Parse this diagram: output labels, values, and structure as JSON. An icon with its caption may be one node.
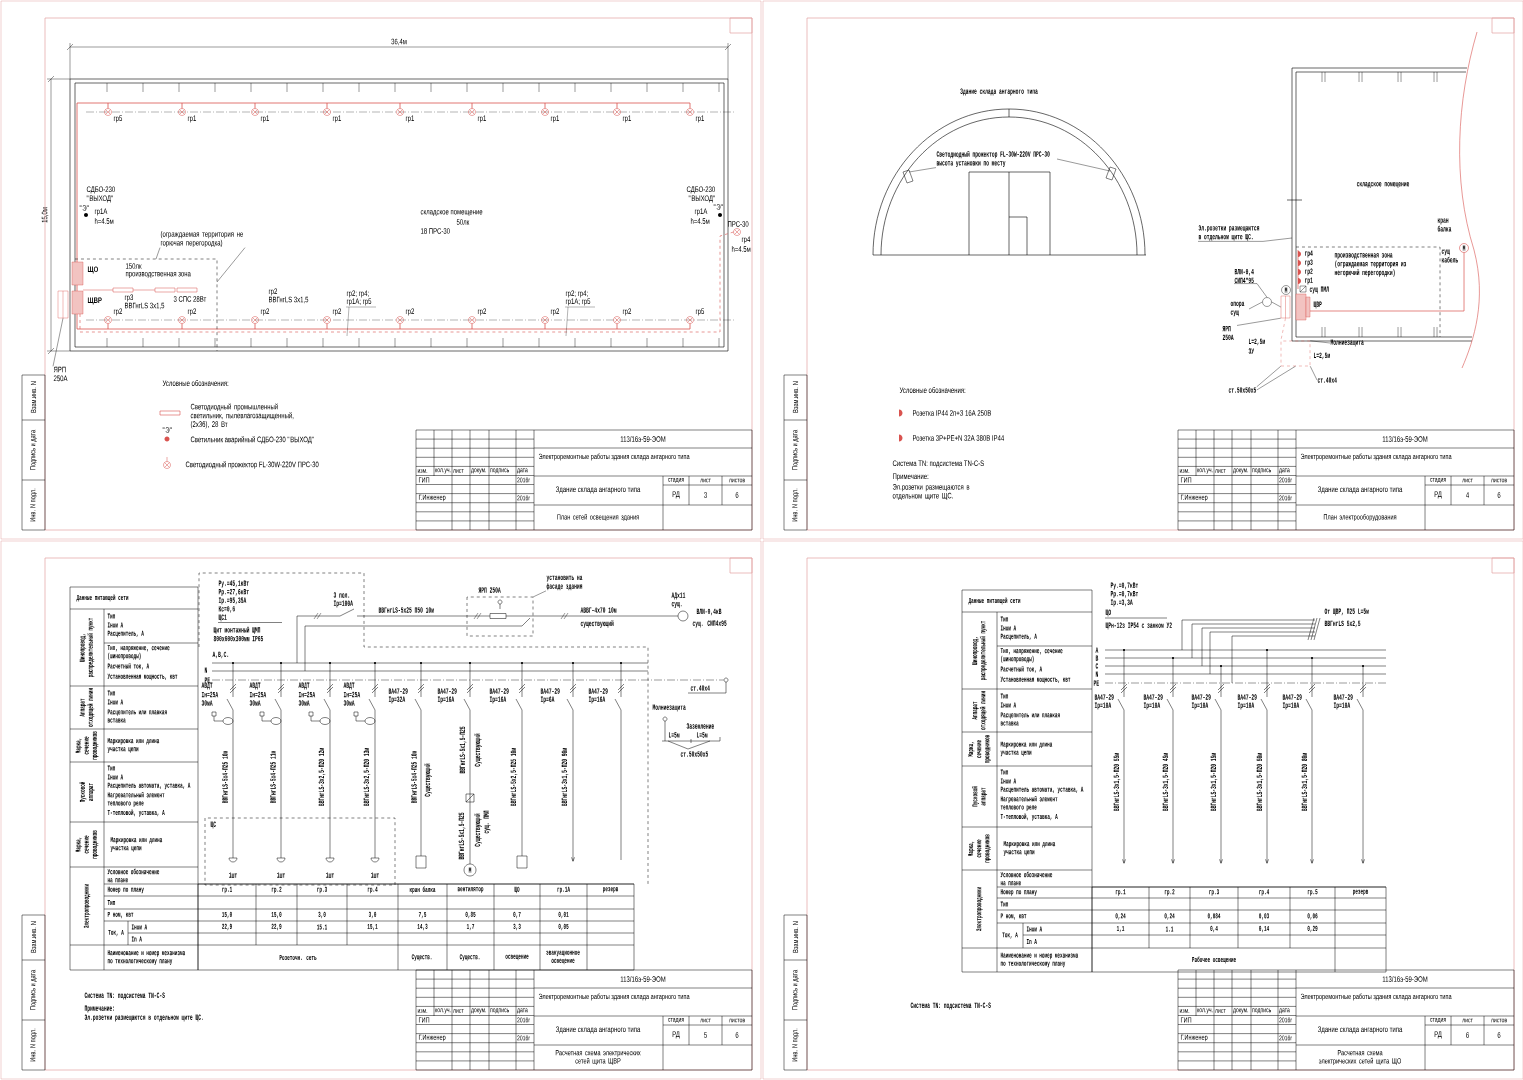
{
  "diagram": {
    "nodes": [
      {
        "text": [
          "(ограждаемая территория не горючая перегородка)"
        ]
      },
      {
        "text": [
          "ЯРП 250А"
        ]
      },
      {
        "text": [
          "Светодиодный прожектор FL-30W-220V ПРС-30 высота установки по месту"
        ]
      },
      {
        "text": [
          "Эл.розетки размещаются в отдельном щите ЩС."
        ]
      },
      {
        "text": [
          "ВЛИ-0,4 СИП4*95"
        ]
      },
      {
        "text": [
          "опора сущ"
        ]
      },
      {
        "text": [
          "ЯРП 250А"
        ]
      },
      {
        "text": [
          "Молниезащита"
        ]
      },
      {
        "text": [
          "ст.40х4"
        ]
      },
      {
        "text": [
          "ст.50х50х5"
        ]
      },
      {
        "text": [
          "установить на фасаде здания"
        ]
      },
      {
        "text": [],
        "shape": "box"
      },
      {
        "text": [],
        "shape": "circle"
      },
      {
        "text": [],
        "shape": "box"
      },
      {
        "text": [],
        "shape": "box"
      }
    ],
    "edges": [
      {
        "from": 0,
        "to": null,
        "arrow": "none"
      },
      {
        "from": 0,
        "to": null,
        "arrow": "none"
      },
      {
        "from": 1,
        "to": 11,
        "arrow": "none"
      },
      {
        "from": 2,
        "to": null,
        "arrow": "none"
      },
      {
        "from": 2,
        "to": null,
        "arrow": "none"
      },
      {
        "from": 3,
        "to": null,
        "arrow": "none"
      },
      {
        "from": 4,
        "to": 12,
        "arrow": "none"
      },
      {
        "from": 5,
        "to": 12,
        "arrow": "none"
      },
      {
        "from": 6,
        "to": 13,
        "arrow": "none"
      },
      {
        "from": 7,
        "to": 14,
        "arrow": "none"
      },
      {
        "from": 8,
        "to": 14,
        "arrow": "none"
      },
      {
        "from": 9,
        "to": 14,
        "arrow": "none"
      },
      {
        "from": 9,
        "to": 14,
        "arrow": "none"
      },
      {
        "from": 10,
        "to": null,
        "arrow": "none"
      },
      {
        "from": 13,
        "to": 14,
        "arrow": "none",
        "style": "dashed",
        "color": "#d9534f"
      },
      {
        "from": 12,
        "to": 13,
        "arrow": "none"
      }
    ],
    "labels": [
      "36,4м",
      "15,0м",
      "гр5",
      "гр1",
      "гр1",
      "гр1",
      "гр1",
      "гр1",
      "гр1",
      "гр1",
      "гр1",
      "СДБО-230",
      "\"ВЫХОД\"",
      "СДБО-230",
      "\"ВЫХОД\"",
      "\"Э\"",
      "гр1А",
      "h=4.5м",
      "складское помещение",
      "50лк",
      "18 ПРС-30",
      "\"Э\"",
      "гр1А",
      "h=4.5м",
      "ПРС-30",
      "гр4",
      "h=4.5м",
      "ЩО",
      "150лк",
      "производственная зона",
      "3 СПС 28Вт",
      "ЩВР",
      "гр3",
      "ВВГнгLS 3х1,5",
      "гр2",
      "ВВГнгLS 3х1,5",
      "гр2; гр4;",
      "гр1А; гр5",
      "гр2; гр4;",
      "гр1А; гр5",
      "гр2",
      "гр2",
      "гр2",
      "гр2",
      "гр2",
      "гр2",
      "гр2",
      "гр2",
      "гр5",
      "Условные обозначения:",
      "\"Э\"",
      "113/16э-59-ЭОМ",
      "Электроремонтные работы здания склада ангарного типа",
      "изм.",
      "кол.уч.",
      "лист",
      "докум.",
      "подпись",
      "дата",
      "ГИП",
      "2016г",
      "Г.Инженер",
      "2016г",
      "Здание склада ангарного типа",
      "стадия",
      "лист",
      "листов",
      "РД",
      "3",
      "6",
      "План сетей освещения здания",
      "Взам.инв. N",
      "Подпись и дата",
      "Инв. N подл.",
      "Здание склада ангарного типа",
      "складское помещение",
      "кран балка",
      "сущ кабель",
      "производственная зона (ограждаемая территория из негорючий перегородки)",
      "гр4",
      "гр3",
      "гр2",
      "гр1",
      "сущ ПМЛ",
      "ЩВР",
      "L=2,5м",
      "ЗУ",
      "L=2,5м",
      "М",
      "М",
      "Условные обозначения:",
      "Система TN: подсистема TN-C-S",
      "Примечание:",
      "Эл.розетки размещаются в отдельном щите ЩС.",
      "113/16э-59-ЭОМ",
      "Электроремонтные работы здания склада ангарного типа",
      "изм.",
      "кол.уч.",
      "лист",
      "докум.",
      "подпись",
      "дата",
      "ГИП",
      "2016г",
      "Г.Инженер",
      "2016г",
      "Здание склада ангарного типа",
      "стадия",
      "лист",
      "листов",
      "РД",
      "4",
      "6",
      "План электрооборудования",
      "Взам.инв. N",
      "Подпись и дата",
      "Инв. N подл.",
      "Данные питающей сети",
      "Шинопровод, распределительный пункт",
      "Тип",
      "Iном А",
      "Расцепитель, А",
      "Тип, напряжение, сечение (шинопроводы)",
      "Расчетный ток, А",
      "Установленная мощность, квт",
      "Аппарат отходящей линии",
      "Тип",
      "Iном А",
      "Расцепитель или плавкая вставка",
      "Марка, сечение проводников",
      "Маркировка или длина участка цепи",
      "Пусковой аппарат",
      "Тип",
      "Iном А",
      "Расцепитель автомата, уставка, А",
      "Нагревательный элемент теплового реле",
      "Т-тепловой, уставка, А",
      "Марка, сечение проводников",
      "Маркировка или длина участка цепи",
      "Электропроводники",
      "Условное обозначение на плане",
      "Номер по плану",
      "гр.1",
      "гр.2",
      "гр.3",
      "гр.4",
      "кран балка",
      "вентилятор",
      "ЩО",
      "гр.1А",
      "резерв",
      "Тип",
      "Р ном, квт",
      "15,0",
      "15,0",
      "3,0",
      "3,0",
      "7,5",
      "0,85",
      "0,7",
      "0,01",
      "Ток, А",
      "Iном А",
      "22,9",
      "22,9",
      "15.1",
      "15,1",
      "14,3",
      "1,7",
      "3,3",
      "0,05",
      "In А",
      "Наименование и номер механизма по технологическому плану",
      "Розеточн. сеть",
      "Существ.",
      "Существ.",
      "освещение",
      "эвакуационное освещение",
      "Ру.=45,1кВт",
      "Рр.=27,6кВт",
      "Iр.=95,35А",
      "Кс=0,6",
      "ЩС1",
      "Щит монтажный ЩМП 800х600х300мм IP65",
      "3 пол.",
      "Iр=100А",
      "ЯРП 250А",
      "ВВГнгLS-5х25 П50 10м",
      "АВВГ-4х70 10м",
      "существующий",
      "АДх11",
      "сущ.",
      "ВЛИ-0,4кВ",
      "сущ. СИП4х95",
      "А,В,С.",
      "N",
      "PE",
      "АВДТ",
      "Iн=25А",
      "30мА",
      "АВДТ",
      "Iн=25А",
      "30мА",
      "АВДТ",
      "Iн=25А",
      "30мА",
      "АВДТ",
      "Iн=25А",
      "30мА",
      "ВА47-29",
      "Iр=32А",
      "ВА47-29",
      "Iр=16А",
      "ВА47-29",
      "Iр=16А",
      "ВА47-29",
      "Iр=6А",
      "ВА47-29",
      "Iр=16А",
      "ВВГнгLS-5х4-П25 10м",
      "ВВГнгLS-5х4-П25 11м",
      "ВВГнгLS-3х2,5-П20 12м",
      "ВВГнгLS-3х2,5-П20 13м",
      "ВВГнгLS-5х4-П25 10м",
      "Существующий",
      "ВВГнгLS-5х1,5-П25",
      "Существующий",
      "ВВГнгLS-5х1,5-П25",
      "Существующий",
      "сущ. ПМЛ",
      "ВВГнгLS-5х2,5-П25 10м",
      "ВВГнгLS-3х1,5-П20 90м",
      "ЩС",
      "1шт",
      "1шт",
      "1шт",
      "1шт",
      "М",
      "ст.40х4",
      "Молниезащита",
      "Заземление",
      "L=5м",
      "L=5м",
      "ст.50х50х5",
      "Система TN: подсистема TN-C-S",
      "Примечание:",
      "Эл.розетки размещаются в отдельном щите ЩС.",
      "113/16э-59-ЭОМ",
      "Электроремонтные работы здания склада ангарного типа",
      "изм.",
      "кол.уч.",
      "лист",
      "докум.",
      "подпись",
      "дата",
      "ГИП",
      "2016г",
      "Г.Инженер",
      "2016г",
      "Здание склада ангарного типа",
      "стадия",
      "лист",
      "листов",
      "РД",
      "5",
      "6",
      "Расчетная схема электрических сетей щита ЩВР",
      "Взам.инв. N",
      "Подпись и дата",
      "Инв. N подл.",
      "Данные питающей сети",
      "Шинопровод, распределительный пункт",
      "Тип",
      "Iном А",
      "Расцепитель, А",
      "Тип, напряжение, сечение (шинопроводы)",
      "Расчетный ток, А",
      "Установленная мощность, квт",
      "Аппарат отходящей линии",
      "Тип",
      "Iном А",
      "Расцепитель или плавкая вставка",
      "Марка, сечение проводников",
      "Маркировка или длина участка цепи",
      "Пусковой аппарат",
      "Тип",
      "Iном А",
      "Расцепитель автомата, уставка, А",
      "Нагревательный элемент теплового реле",
      "Т-тепловой, уставка, А",
      "Марка, сечение проводников",
      "Маркировка или длина участка цепи",
      "Электропроводники",
      "Условное обозначение на плане",
      "Номер по плану",
      "гр.1",
      "гр.2",
      "гр.3",
      "гр.4",
      "гр.5",
      "резерв",
      "Тип",
      "Р ном, квт",
      "0,24",
      "0,24",
      "0,084",
      "0,03",
      "0,06",
      "Ток, А",
      "Iном А",
      "1,1",
      "1.1",
      "0,4",
      "0,14",
      "0,29",
      "In А",
      "Наименование и номер механизма по технологическому плану",
      "Рабочее освещение",
      "Ру.=0,7кВт",
      "Рр.=0,7кВт",
      "Iр.=3,3А",
      "ЩО",
      "ЩРн-12з IP54 с замком У2",
      "От ЩВР, П25 L=5м",
      "ВВГнгLS 5х2,5",
      "A",
      "B",
      "C",
      "N",
      "PE",
      "ВА47-29",
      "Iр=10А",
      "ВА47-29",
      "Iр=10А",
      "ВА47-29",
      "Iр=10А",
      "ВА47-29",
      "Iр=10А",
      "ВА47-29",
      "Iр=10А",
      "ВА47-29",
      "Iр=10А",
      "ВВГнгLS-3х1,5-П20 55м",
      "ВВГнгLS-3х1,5-П20 45м",
      "ВВГнгLS-3х1,5-П20 15м",
      "ВВГнгLS-3х1,5-П20 50м",
      "ВВГнгLS-3х1,5-П20 80м",
      "Система TN: подсистема TN-C-S",
      "113/16э-59-ЭОМ",
      "Электроремонтные работы здания склада ангарного типа",
      "изм.",
      "кол.уч.",
      "лист",
      "докум.",
      "подпись",
      "дата",
      "ГИП",
      "2016г",
      "Г.Инженер",
      "2016г",
      "Здание склада ангарного типа",
      "стадия",
      "лист",
      "листов",
      "РД",
      "6",
      "6",
      "Расчетная схема электрических сетей щита ЩО",
      "Взам.инв. N",
      "Подпись и дата",
      "Инв. N подл."
    ],
    "legend": [
      {
        "text": "Светодиодный промышленный светильник, пылевлагозащищенный, (2х36), 28 Вт"
      },
      {
        "text": "Светильник аварийный СДБО-230 \"ВЫХОД\""
      },
      {
        "text": "Светодиодный прожектор FL-30W-220V ПРС-30"
      },
      {
        "text": "Розетка IP44 2п+З 16А 250В"
      },
      {
        "text": "Розетка 3P+PE+N 32А 380В IP44"
      }
    ]
  }
}
